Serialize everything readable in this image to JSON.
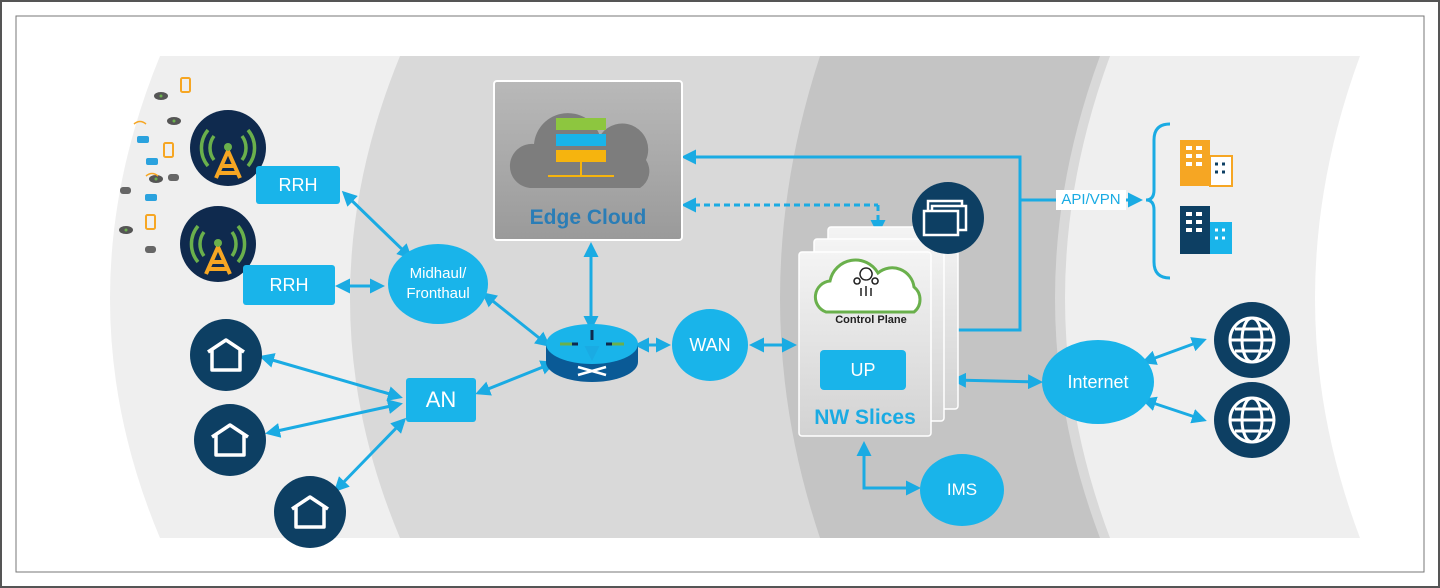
{
  "labels": {
    "rrh_1": "RRH",
    "rrh_2": "RRH",
    "midhaul": "Midhaul/\nFronthaul",
    "an": "AN",
    "wan": "WAN",
    "edge_cloud": "Edge Cloud",
    "control_plane": "Control Plane",
    "up": "UP",
    "nw_slices": "NW Slices",
    "ims": "IMS",
    "internet": "Internet",
    "api_vpn": "API/VPN"
  },
  "colors": {
    "accent": "#19b4ea",
    "connector": "#1aabe3",
    "dark_node": "#0d3f63",
    "navy_node": "#0f2a4e",
    "orange": "#f6a623",
    "green": "#6ab04c"
  },
  "icons": [
    "cell-tower-icon",
    "house-icon",
    "router-icon",
    "server-stack-icon",
    "cloud-icon",
    "window-stack-icon",
    "globe-icon",
    "building-icon",
    "phone-icon",
    "car-icon",
    "gamepad-icon",
    "vr-headset-icon"
  ]
}
